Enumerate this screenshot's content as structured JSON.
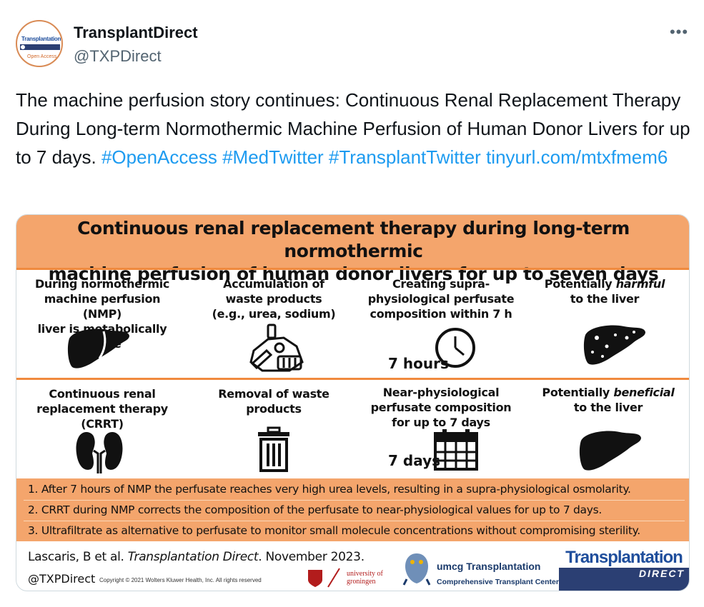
{
  "author": {
    "name": "TransplantDirect",
    "handle": "@TXPDirect",
    "avatar_text_top": "Transplantation",
    "avatar_text_bottom": "Open Access"
  },
  "more_menu_glyph": "•••",
  "tweet": {
    "text": "The machine perfusion story continues: Continuous Renal Replacement Therapy During Long-term Normothermic Machine Perfusion of Human Donor Livers for up to 7 days. ",
    "hashtags": [
      "#OpenAccess",
      "#MedTwitter",
      "#TransplantTwitter"
    ],
    "link": "tinyurl.com/mtxfmem6"
  },
  "infographic": {
    "title_line1": "Continuous renal replacement therapy during long-term normothermic",
    "title_line2": "machine perfusion of human donor livers for up to seven days",
    "row1": [
      {
        "lines": [
          "During normothermic",
          "machine perfusion (NMP)",
          "liver is metabolically active"
        ],
        "icon": "liver-icon"
      },
      {
        "lines": [
          "Accumulation of",
          "waste products",
          "(e.g., urea, sodium)"
        ],
        "icon": "waste-pile-icon"
      },
      {
        "lines": [
          "Creating supra-",
          "physiological perfusate",
          "composition within 7 h"
        ],
        "icon": "clock-icon",
        "time_label": "7 hours"
      },
      {
        "pre": "Potentially ",
        "em": "harmful",
        "line2": "to the liver",
        "icon": "damaged-liver-icon"
      }
    ],
    "row2": [
      {
        "lines": [
          "Continuous renal",
          "replacement therapy",
          "(CRRT)"
        ],
        "icon": "kidneys-icon"
      },
      {
        "lines": [
          "Removal of waste",
          "products"
        ],
        "icon": "trash-bin-icon"
      },
      {
        "lines": [
          "Near-physiological",
          "perfusate composition",
          "for up to 7 days"
        ],
        "icon": "calendar-icon",
        "time_label": "7 days"
      },
      {
        "pre": "Potentially ",
        "em": "beneficial",
        "line2": "to the liver",
        "icon": "healthy-liver-icon"
      }
    ],
    "notes": [
      "1. After 7 hours of NMP the perfusate reaches very high urea levels, resulting in a supra-physiological osmolarity.",
      "2. CRRT during NMP corrects the composition of the perfusate to near-physiological values for up to 7 days.",
      "3. Ultrafiltrate as alternative to perfusate to monitor small molecule concentrations without compromising sterility."
    ],
    "citation_pre": "Lascaris, B et al. ",
    "citation_journal": "Transplantation Direct",
    "citation_post": ". November 2023.",
    "handle": "@TXPDirect",
    "copyright": "Copyright © 2021 Wolters Kluwer Health, Inc. All rights reserved",
    "rug_line1": "university of",
    "rug_line2": "groningen",
    "umcg_title": "umcg Transplantation",
    "umcg_sub": "Comprehensive Transplant Center",
    "tx_title": "Transplantation",
    "tx_direct": "DIRECT"
  },
  "colors": {
    "band": "#f4a56c",
    "rule": "#f08a3e",
    "link": "#1d9bf0"
  }
}
